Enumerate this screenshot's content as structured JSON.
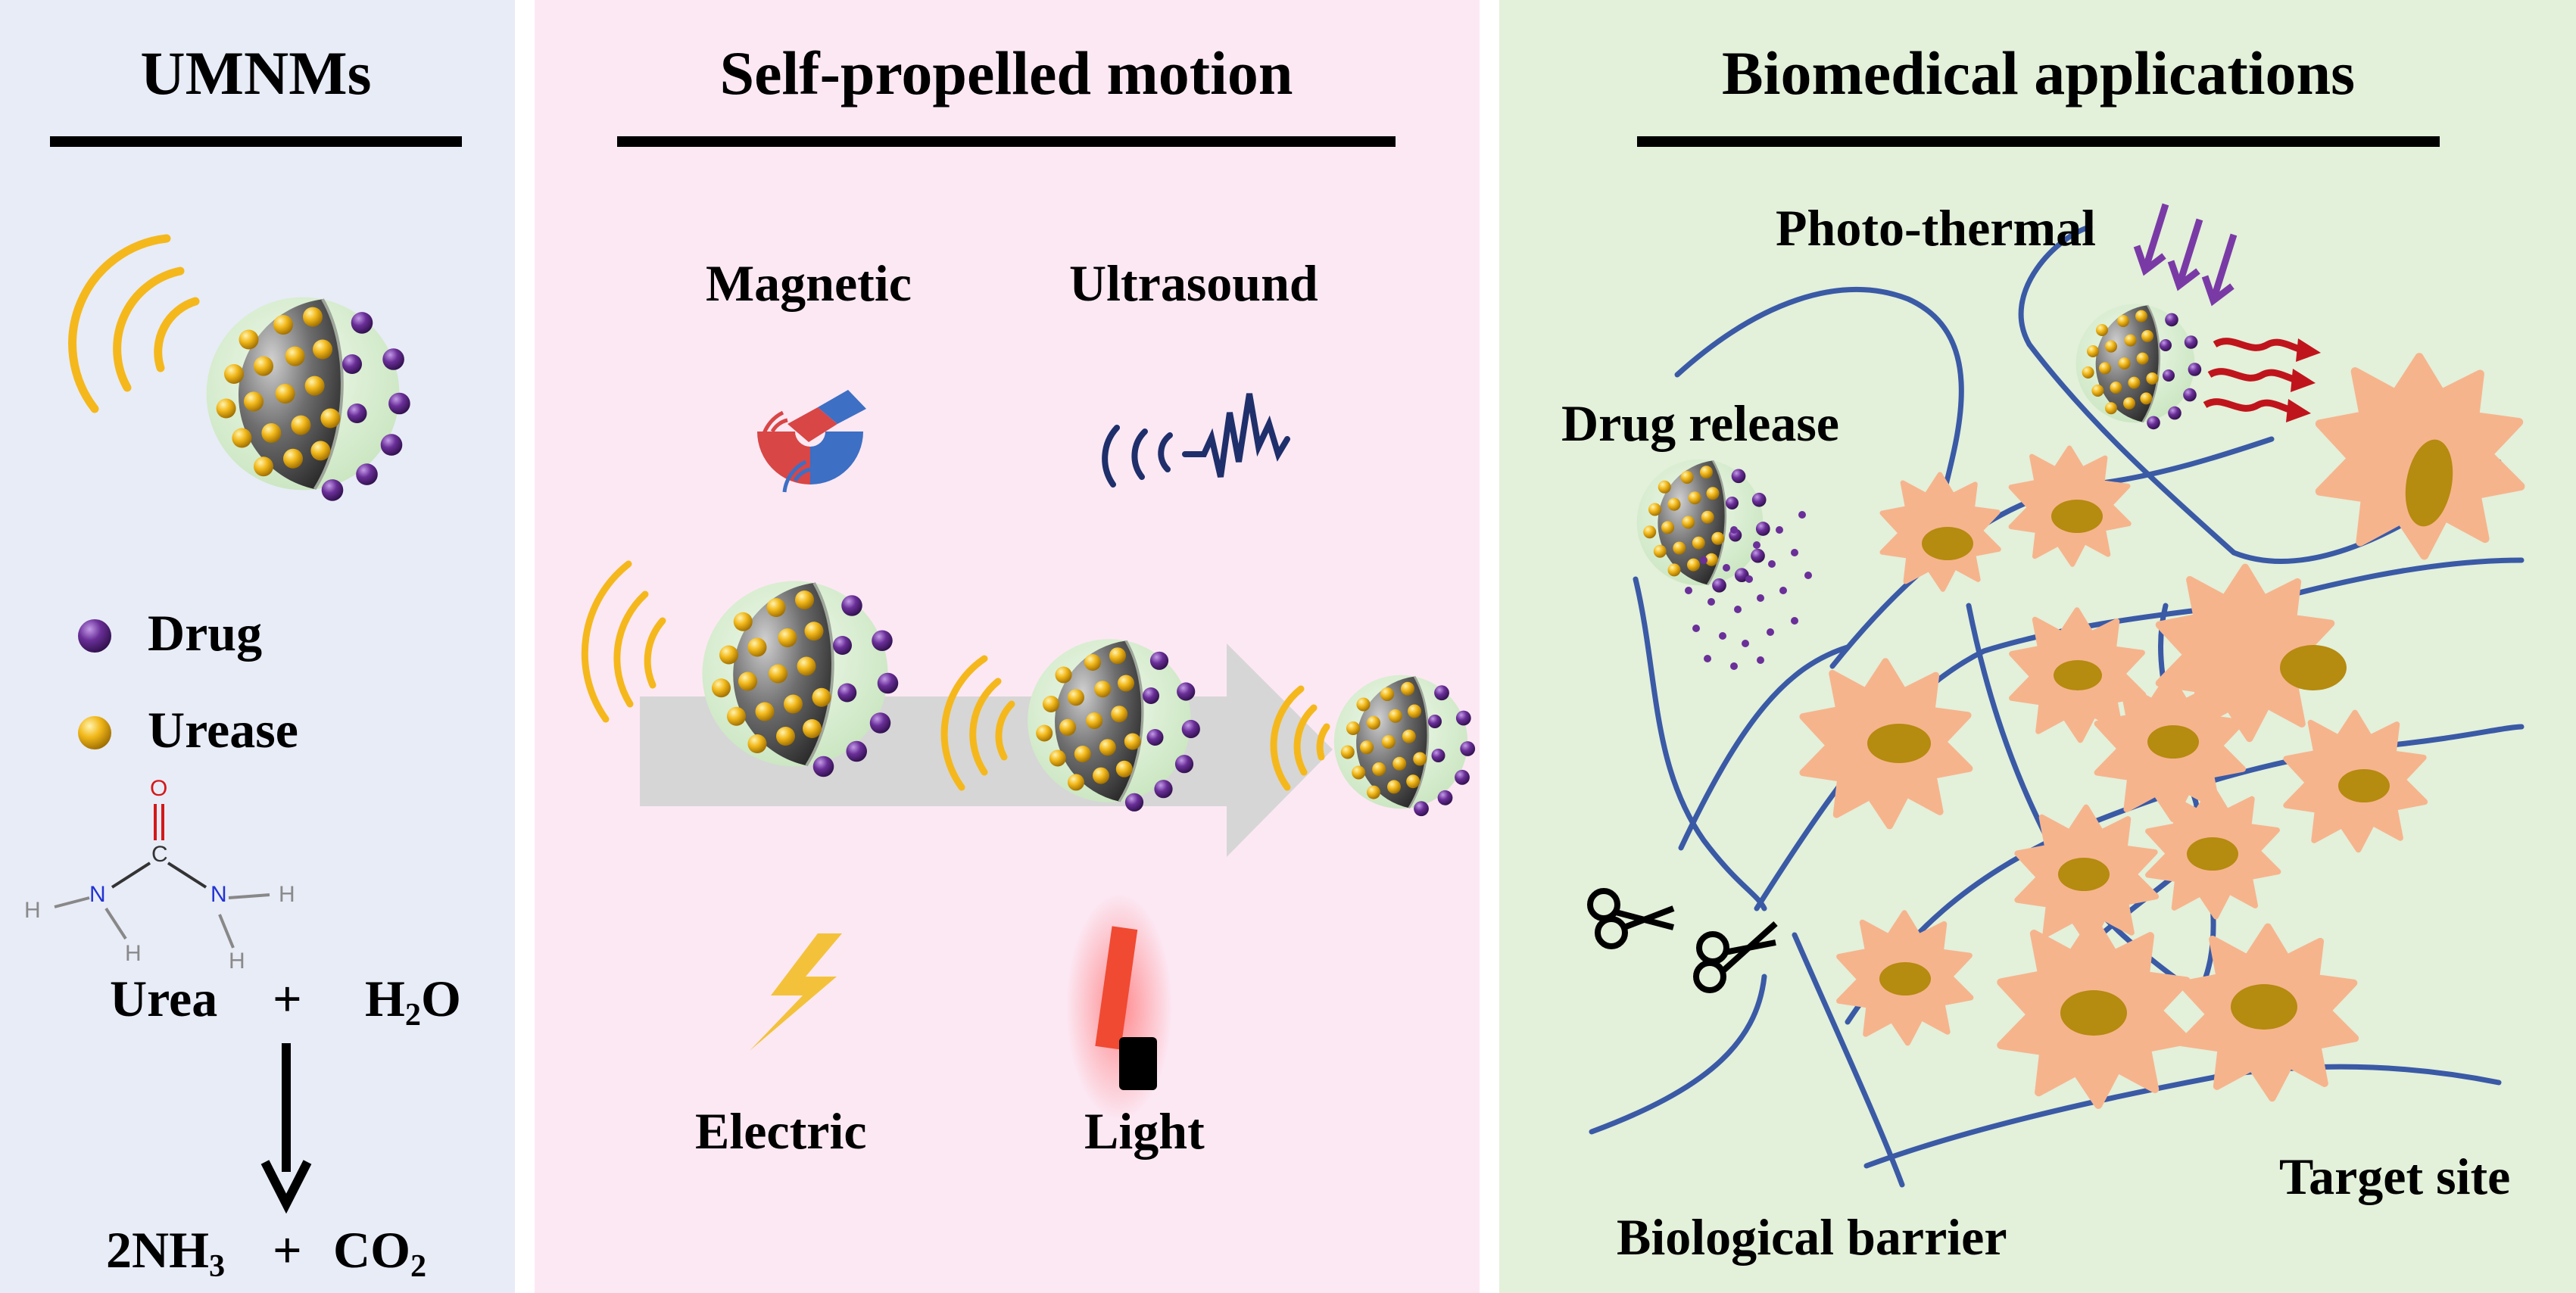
{
  "panels": {
    "umnms": {
      "title": "UMNMs",
      "legend": {
        "drug": "Drug",
        "urease": "Urease"
      },
      "molecule": {
        "o": "O",
        "c": "C",
        "n": "N",
        "h": "H"
      },
      "reaction": {
        "urea": "Urea",
        "plus": "+",
        "h2o_h": "H",
        "h2o_2": "2",
        "h2o_o": "O",
        "p_2nh": "2NH",
        "p_3": "3",
        "co": "CO",
        "co_2": "2"
      }
    },
    "motion": {
      "title": "Self-propelled motion",
      "magnetic": "Magnetic",
      "ultrasound": "Ultrasound",
      "electric": "Electric",
      "light": "Light"
    },
    "applications": {
      "title": "Biomedical applications",
      "photothermal": "Photo-thermal",
      "drug_release": "Drug release",
      "barrier": "Biological barrier",
      "target": "Target site"
    }
  },
  "colors": {
    "panel_blue": "#e8ecf7",
    "panel_pink": "#fce8f3",
    "panel_green": "#e3f0da",
    "wave": "#f5b81c",
    "urease": "#e8a912",
    "drug": "#6a2f98",
    "fiber": "#3a5aa6",
    "cell": "#f6b48d",
    "nucleus": "#b58b10",
    "arrow_purple": "#7a3aa6",
    "arrow_red": "#c0141c"
  }
}
